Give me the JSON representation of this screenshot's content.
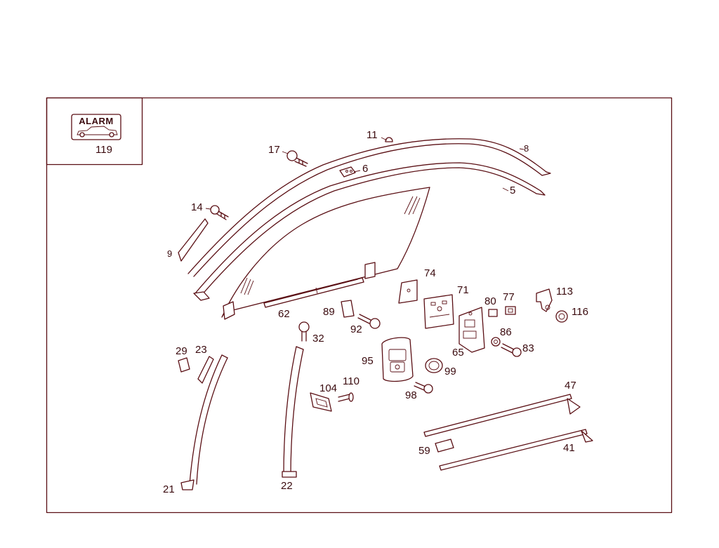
{
  "inset": {
    "badge_text": "ALARM",
    "callout": "119"
  },
  "callouts": {
    "c5": "5",
    "c6": "6",
    "c8": "8",
    "c9": "9",
    "c11": "11",
    "c14": "14",
    "c17": "17",
    "c21": "21",
    "c22": "22",
    "c23": "23",
    "c29": "29",
    "c32": "32",
    "c41": "41",
    "c47": "47",
    "c59": "59",
    "c62": "62",
    "c65": "65",
    "c71": "71",
    "c74": "74",
    "c77": "77",
    "c80": "80",
    "c83": "83",
    "c86": "86",
    "c89": "89",
    "c92": "92",
    "c95": "95",
    "c98": "98",
    "c99": "99",
    "c104": "104",
    "c110": "110",
    "c113": "113",
    "c116": "116"
  },
  "colors": {
    "line": "#5a0f14",
    "text": "#3a0a0e",
    "background": "#ffffff"
  }
}
